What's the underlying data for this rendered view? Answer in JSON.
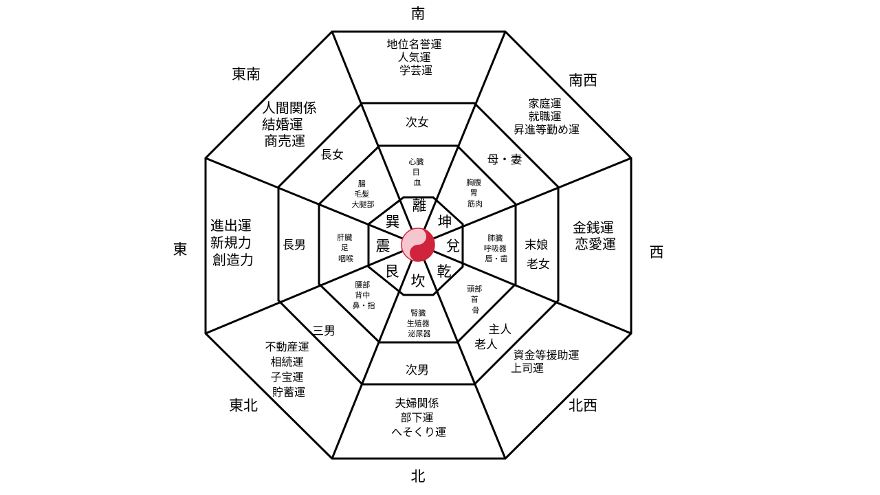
{
  "directions": {
    "south": "南",
    "southwest": "南西",
    "west": "西",
    "northwest": "北西",
    "north": "北",
    "northeast": "東北",
    "east": "東",
    "southeast": "東南"
  },
  "outer_ring": {
    "south": [
      "地位名誉運",
      "人気運",
      "学芸運"
    ],
    "southwest": [
      "家庭運",
      "就職運",
      "昇進等勤め運"
    ],
    "west": [
      "金銭運",
      "恋愛運"
    ],
    "northwest": [
      "資金等援助運",
      "上司運"
    ],
    "north": [
      "夫婦関係",
      "部下運",
      "へそくり運"
    ],
    "northeast": [
      "不動産運",
      "相続運",
      "子宝運",
      "貯蓄運"
    ],
    "east": [
      "進出運",
      "新規力",
      "創造力"
    ],
    "southeast": [
      "人間関係",
      "結婚運",
      "商売運"
    ]
  },
  "family_ring": {
    "south": [
      "次女"
    ],
    "southwest": [
      "母・妻"
    ],
    "west": [
      "末娘",
      "老女"
    ],
    "northwest": [
      "主人",
      "老人"
    ],
    "north": [
      "次男"
    ],
    "northeast": [
      "三男"
    ],
    "east": [
      "長男"
    ],
    "southeast": [
      "長女"
    ]
  },
  "body_ring": {
    "south": [
      "心臓",
      "目",
      "血"
    ],
    "southwest": [
      "胸腹",
      "胃",
      "筋肉"
    ],
    "west": [
      "肺臓",
      "呼吸器",
      "唇・歯"
    ],
    "northwest": [
      "頭部",
      "首",
      "骨"
    ],
    "north": [
      "腎臓",
      "生殖器",
      "泌尿器"
    ],
    "northeast": [
      "腰部",
      "背中",
      "鼻・指"
    ],
    "east": [
      "肝臓",
      "足",
      "咽喉"
    ],
    "southeast": [
      "腸",
      "毛髪",
      "大腿部"
    ]
  },
  "trigrams": {
    "south": "離",
    "southwest": "坤",
    "west": "兌",
    "northwest": "乾",
    "north": "坎",
    "northeast": "艮",
    "east": "震",
    "southeast": "巽"
  },
  "colors": {
    "lines": "#000000",
    "yinyang_red": "#d0243c",
    "yinyang_pink": "#f6c6cf",
    "background": "#ffffff"
  },
  "center_icon": "yin-yang-icon"
}
